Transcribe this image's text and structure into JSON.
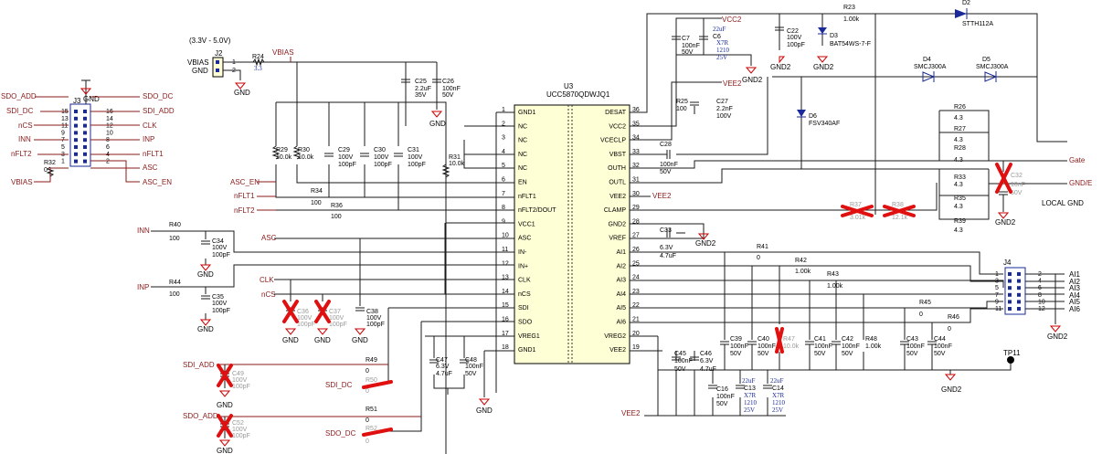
{
  "ic": {
    "ref": "U3",
    "part": "UCC5870QDWJQ1",
    "left_pins": [
      {
        "num": "1",
        "name": "GND1"
      },
      {
        "num": "2",
        "name": "NC"
      },
      {
        "num": "3",
        "name": "NC"
      },
      {
        "num": "4",
        "name": "NC"
      },
      {
        "num": "5",
        "name": "NC"
      },
      {
        "num": "6",
        "name": "EN"
      },
      {
        "num": "7",
        "name": "nFLT1"
      },
      {
        "num": "8",
        "name": "nFLT2/DOUT"
      },
      {
        "num": "9",
        "name": "VCC1"
      },
      {
        "num": "10",
        "name": "ASC"
      },
      {
        "num": "11",
        "name": "IN-"
      },
      {
        "num": "12",
        "name": "IN+"
      },
      {
        "num": "13",
        "name": "CLK"
      },
      {
        "num": "14",
        "name": "nCS"
      },
      {
        "num": "15",
        "name": "SDI"
      },
      {
        "num": "16",
        "name": "SDO"
      },
      {
        "num": "17",
        "name": "VREG1"
      },
      {
        "num": "18",
        "name": "GND1"
      }
    ],
    "right_pins": [
      {
        "num": "36",
        "name": "DESAT"
      },
      {
        "num": "35",
        "name": "VCC2"
      },
      {
        "num": "34",
        "name": "VCECLP"
      },
      {
        "num": "33",
        "name": "VBST"
      },
      {
        "num": "32",
        "name": "OUTH"
      },
      {
        "num": "31",
        "name": "OUTL"
      },
      {
        "num": "30",
        "name": "VEE2"
      },
      {
        "num": "29",
        "name": "CLAMP"
      },
      {
        "num": "28",
        "name": "GND2"
      },
      {
        "num": "27",
        "name": "VREF"
      },
      {
        "num": "26",
        "name": "AI1"
      },
      {
        "num": "25",
        "name": "AI2"
      },
      {
        "num": "24",
        "name": "AI3"
      },
      {
        "num": "23",
        "name": "AI4"
      },
      {
        "num": "22",
        "name": "AI5"
      },
      {
        "num": "21",
        "name": "AI6"
      },
      {
        "num": "20",
        "name": "VREG2"
      },
      {
        "num": "19",
        "name": "VEE2"
      }
    ]
  },
  "header_j3": {
    "ref": "J3",
    "left_pins": [
      "15",
      "13",
      "11",
      "9",
      "7",
      "5",
      "3",
      "1"
    ],
    "right_pins": [
      "16",
      "14",
      "12",
      "10",
      "8",
      "6",
      "4",
      "2"
    ],
    "left_nets": [
      "SDO_ADD",
      "SDI_DC",
      "nCS",
      "INN",
      "nFLT2",
      "VBIAS"
    ],
    "right_nets": [
      "SDO_DC",
      "SDI_ADD",
      "CLK",
      "INP",
      "nFLT1",
      "ASC",
      "ASC_EN"
    ],
    "r32": {
      "ref": "R32",
      "value": "0"
    }
  },
  "j2": {
    "ref": "J2",
    "range": "(3.3V - 5.0V)",
    "pin1": "VBIAS",
    "pin2": "GND",
    "num1": "1",
    "num2": "2"
  },
  "j4": {
    "ref": "J4",
    "left": [
      "1",
      "3",
      "5",
      "7",
      "9",
      "11"
    ],
    "right": [
      "2",
      "4",
      "6",
      "8",
      "10",
      "12"
    ],
    "outputs": [
      "AI1",
      "AI2",
      "AI3",
      "AI4",
      "AI5",
      "AI6"
    ]
  },
  "nets": {
    "vbias": "VBIAS",
    "gnd": "GND",
    "gnd2": "GND2",
    "vcc2": "VCC2",
    "vee2": "VEE2",
    "gate": "Gate",
    "gnde": "GND/E",
    "local_gnd": "LOCAL GND",
    "tp11": "TP11",
    "asc_en": "ASC_EN",
    "nflt1": "nFLT1",
    "nflt2": "nFLT2",
    "inn": "INN",
    "inp": "INP",
    "asc": "ASC",
    "clk": "CLK",
    "ncs": "nCS",
    "sdi_add": "SDI_ADD",
    "sdi_dc": "SDI_DC",
    "sdo_add": "SDO_ADD",
    "sdo_dc": "SDO_DC"
  },
  "components": {
    "R24": {
      "ref": "R24",
      "value": "3.3"
    },
    "C25": {
      "ref": "C25",
      "value": "2.2uF",
      "rating": "35V"
    },
    "C26": {
      "ref": "C26",
      "value": "100nF",
      "rating": "50V"
    },
    "R29": {
      "ref": "R29",
      "value": "10.0k"
    },
    "R30": {
      "ref": "R30",
      "value": "10.0k"
    },
    "C29": {
      "ref": "C29",
      "value": "100V",
      "rating": "100pF"
    },
    "C30": {
      "ref": "C30",
      "value": "100V",
      "rating": "100pF"
    },
    "C31": {
      "ref": "C31",
      "value": "100V",
      "rating": "100pF"
    },
    "R31": {
      "ref": "R31",
      "value": "10.0k"
    },
    "R34": {
      "ref": "R34",
      "value": "100"
    },
    "R36": {
      "ref": "R36",
      "value": "100"
    },
    "R40": {
      "ref": "R40",
      "value": "100"
    },
    "C34": {
      "ref": "C34",
      "value": "100V",
      "rating": "100pF"
    },
    "R44": {
      "ref": "R44",
      "value": "100"
    },
    "C35": {
      "ref": "C35",
      "value": "100V",
      "rating": "100pF"
    },
    "C36": {
      "ref": "C36",
      "value": "100V",
      "rating": "100pF"
    },
    "C37": {
      "ref": "C37",
      "value": "100V",
      "rating": "100pF"
    },
    "C38": {
      "ref": "C38",
      "value": "100V",
      "rating": "100pF"
    },
    "R49": {
      "ref": "R49",
      "value": "0"
    },
    "R50": {
      "ref": "R50",
      "value": "0"
    },
    "R51": {
      "ref": "R51",
      "value": "0"
    },
    "R52": {
      "ref": "R52",
      "value": "0"
    },
    "C49": {
      "ref": "C49",
      "value": "100V",
      "rating": "100pF"
    },
    "C52": {
      "ref": "C52",
      "value": "100V",
      "rating": "100pF"
    },
    "C47": {
      "ref": "C47",
      "value": "6.3V",
      "rating": "4.7uF"
    },
    "C48": {
      "ref": "C48",
      "value": "100nF",
      "rating": "50V"
    },
    "C7": {
      "ref": "C7",
      "value": "100nF",
      "rating": "50V"
    },
    "C6": {
      "ref": "C6",
      "value": "22uF",
      "x": "X7R",
      "pkg": "1210",
      "v": "25V"
    },
    "C22": {
      "ref": "C22",
      "value": "100V",
      "rating": "100pF"
    },
    "D3": {
      "ref": "D3",
      "part": "BAT54WS-7-F"
    },
    "R23": {
      "ref": "R23",
      "value": "1.00k"
    },
    "D2": {
      "ref": "D2",
      "part": "STTH112A"
    },
    "D4": {
      "ref": "D4",
      "part": "SMCJ300A"
    },
    "D5": {
      "ref": "D5",
      "part": "SMCJ300A"
    },
    "R25": {
      "ref": "R25",
      "value": "100"
    },
    "C27": {
      "ref": "C27",
      "value": "2.2nF",
      "rating": "100V"
    },
    "D6": {
      "ref": "D6",
      "part": "FSV340AF"
    },
    "C28": {
      "ref": "C28",
      "value": "100nF",
      "rating": "50V"
    },
    "R26": {
      "ref": "R26",
      "value": "4.3"
    },
    "R27": {
      "ref": "R27",
      "value": "4.3"
    },
    "R28": {
      "ref": "R28",
      "value": "4.3"
    },
    "R33": {
      "ref": "R33",
      "value": "4.3"
    },
    "R35": {
      "ref": "R35",
      "value": "4.3"
    },
    "R39": {
      "ref": "R39",
      "value": "4.3"
    },
    "C32": {
      "ref": "C32",
      "value": "10nF",
      "rating": "50V"
    },
    "R37": {
      "ref": "R37",
      "value": "3.01k"
    },
    "R38": {
      "ref": "R38",
      "value": "12.1k"
    },
    "C33": {
      "ref": "C33",
      "value": "6.3V",
      "rating": "4.7uF"
    },
    "R41": {
      "ref": "R41",
      "value": "0"
    },
    "R42": {
      "ref": "R42",
      "value": "1.00k"
    },
    "R43": {
      "ref": "R43",
      "value": "1.00k"
    },
    "R45": {
      "ref": "R45",
      "value": "0"
    },
    "R46": {
      "ref": "R46",
      "value": "0"
    },
    "C45": {
      "ref": "C45",
      "value": "100nF",
      "rating": "50V"
    },
    "C46": {
      "ref": "C46",
      "value": "6.3V",
      "rating": "4.7uF"
    },
    "C39": {
      "ref": "C39",
      "value": "100nF",
      "rating": "50V"
    },
    "C40": {
      "ref": "C40",
      "value": "100nF",
      "rating": "50V"
    },
    "R47": {
      "ref": "R47",
      "value": "10.0k"
    },
    "C41": {
      "ref": "C41",
      "value": "100nF",
      "rating": "50V"
    },
    "C42": {
      "ref": "C42",
      "value": "100nF",
      "rating": "50V"
    },
    "R48": {
      "ref": "R48",
      "value": "1.00k"
    },
    "C43": {
      "ref": "C43",
      "value": "100nF",
      "rating": "50V"
    },
    "C44": {
      "ref": "C44",
      "value": "100nF",
      "rating": "50V"
    },
    "C16": {
      "ref": "C16",
      "value": "100nF",
      "rating": "50V"
    },
    "C13": {
      "ref": "C13",
      "value": "22uF",
      "x": "X7R",
      "pkg": "1210",
      "v": "25V"
    },
    "C14": {
      "ref": "C14",
      "value": "22uF",
      "x": "X7R",
      "pkg": "1210",
      "v": "25V"
    }
  }
}
